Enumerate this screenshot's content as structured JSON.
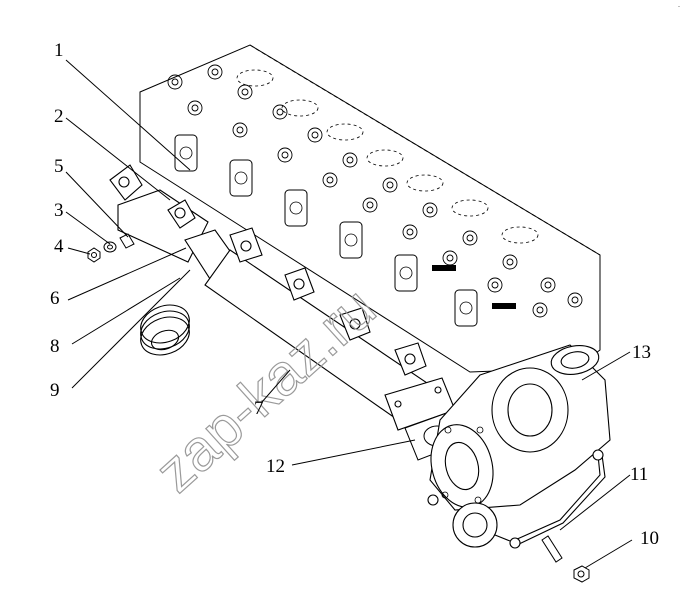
{
  "watermark": "zap-kaz.ru",
  "corner_mark": "-",
  "callouts": [
    {
      "id": "1",
      "label": "1"
    },
    {
      "id": "2",
      "label": "2"
    },
    {
      "id": "5",
      "label": "5"
    },
    {
      "id": "3",
      "label": "3"
    },
    {
      "id": "4",
      "label": "4"
    },
    {
      "id": "6",
      "label": "6"
    },
    {
      "id": "8",
      "label": "8"
    },
    {
      "id": "9",
      "label": "9"
    },
    {
      "id": "7",
      "label": "7"
    },
    {
      "id": "12",
      "label": "12"
    },
    {
      "id": "13",
      "label": "13"
    },
    {
      "id": "11",
      "label": "11"
    },
    {
      "id": "10",
      "label": "10"
    }
  ],
  "parts": {
    "cylinder_head": "cylinder-head",
    "manifold_front": "exhaust-manifold-front",
    "manifold_rear": "exhaust-manifold-rear",
    "bellows": "bellows-compensator",
    "turbocharger": "turbocharger",
    "gasket": "turbo-gasket",
    "oil_line": "oil-drain-line",
    "stud": "stud",
    "nut": "nut"
  }
}
